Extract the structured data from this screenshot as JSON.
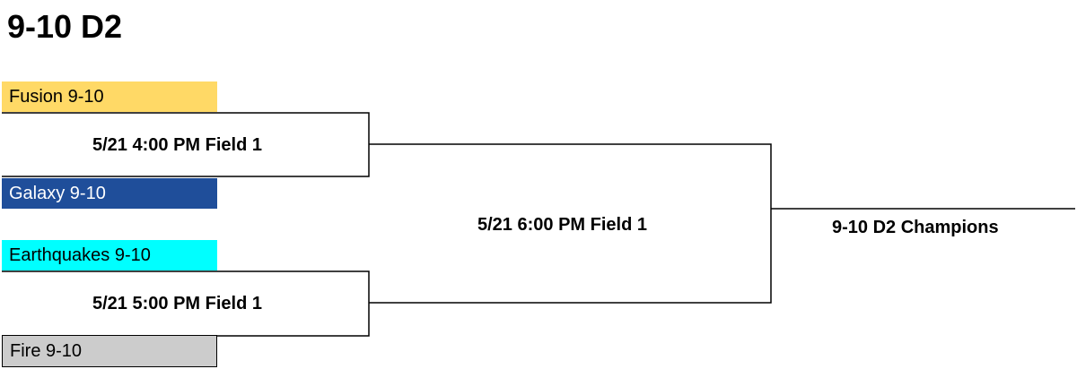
{
  "title": "9-10 D2",
  "teams": [
    {
      "name": "Fusion 9-10",
      "color": "#FFD966"
    },
    {
      "name": "Galaxy 9-10",
      "color": "#1F4E9A"
    },
    {
      "name": "Earthquakes 9-10",
      "color": "#00FFFF"
    },
    {
      "name": "Fire 9-10",
      "color": "#CCCCCC"
    }
  ],
  "games": [
    {
      "label": "5/21 4:00 PM Field 1"
    },
    {
      "label": "5/21 5:00 PM Field 1"
    },
    {
      "label": "5/21 6:00 PM Field 1"
    }
  ],
  "champion_label": "9-10 D2 Champions"
}
